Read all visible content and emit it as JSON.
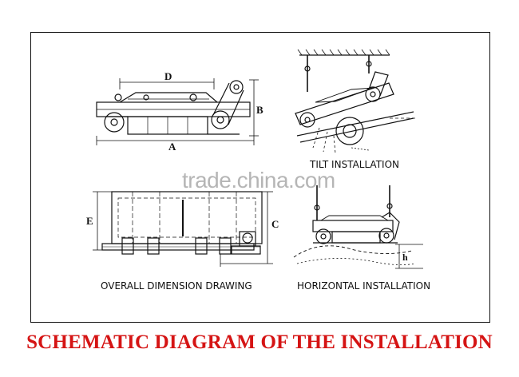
{
  "title": "SCHEMATIC DIAGRAM OF THE INSTALLATION",
  "watermark": "trade.china.com",
  "captions": {
    "overall": "OVERALL DIMENSION DRAWING",
    "tilt": "TILT INSTALLATION",
    "horizontal": "HORIZONTAL INSTALLATION"
  },
  "dimension_labels": {
    "d": "D",
    "b": "B",
    "a": "A",
    "e": "E",
    "c": "C",
    "h": "h"
  },
  "colors": {
    "title": "#d51414",
    "line": "#111111",
    "frame": "#111111"
  }
}
